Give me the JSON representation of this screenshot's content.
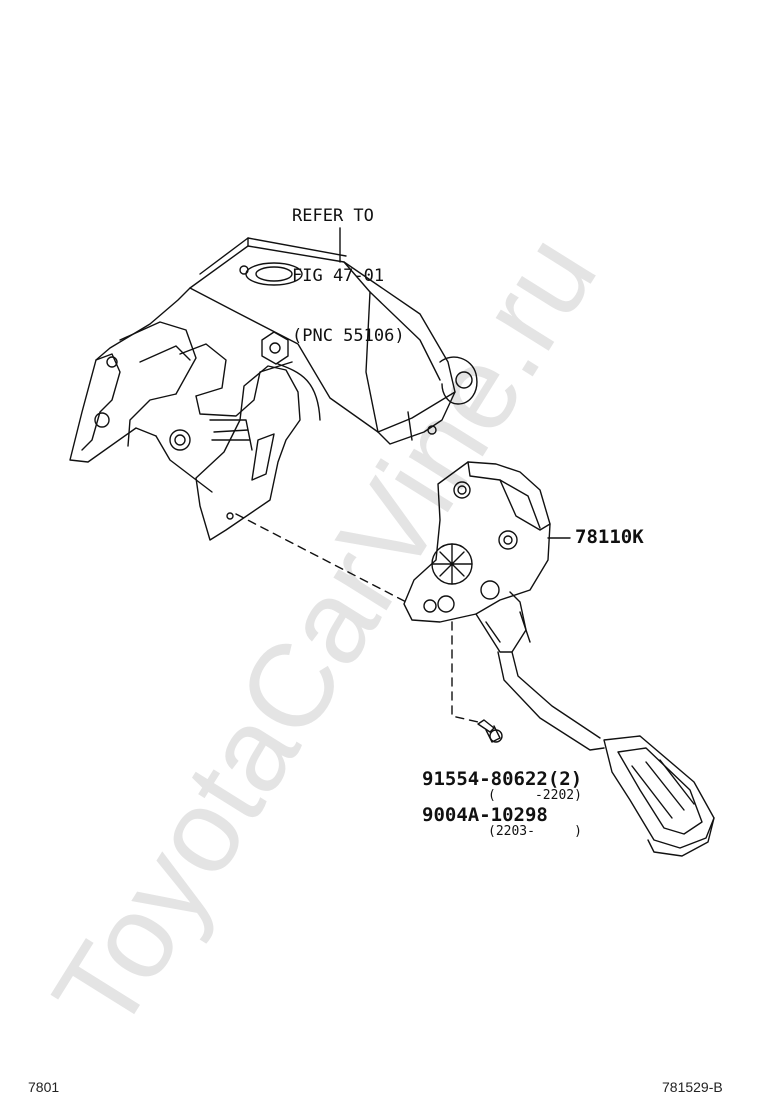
{
  "refer": {
    "line1": "REFER TO",
    "line2": "FIG 47-01",
    "line3": "(PNC 55106)"
  },
  "parts": {
    "pedal_assembly": "78110K",
    "bolt_a": "91554-80622(2)",
    "bolt_a_range": "(     -2202)",
    "bolt_b": "9004A-10298",
    "bolt_b_range": "(2203-     )"
  },
  "footer": {
    "left": "7801",
    "right": "781529-B"
  },
  "watermark": "ToyotaCarVine.ru",
  "colors": {
    "line": "#111111",
    "watermark": "#e6e6e6"
  }
}
